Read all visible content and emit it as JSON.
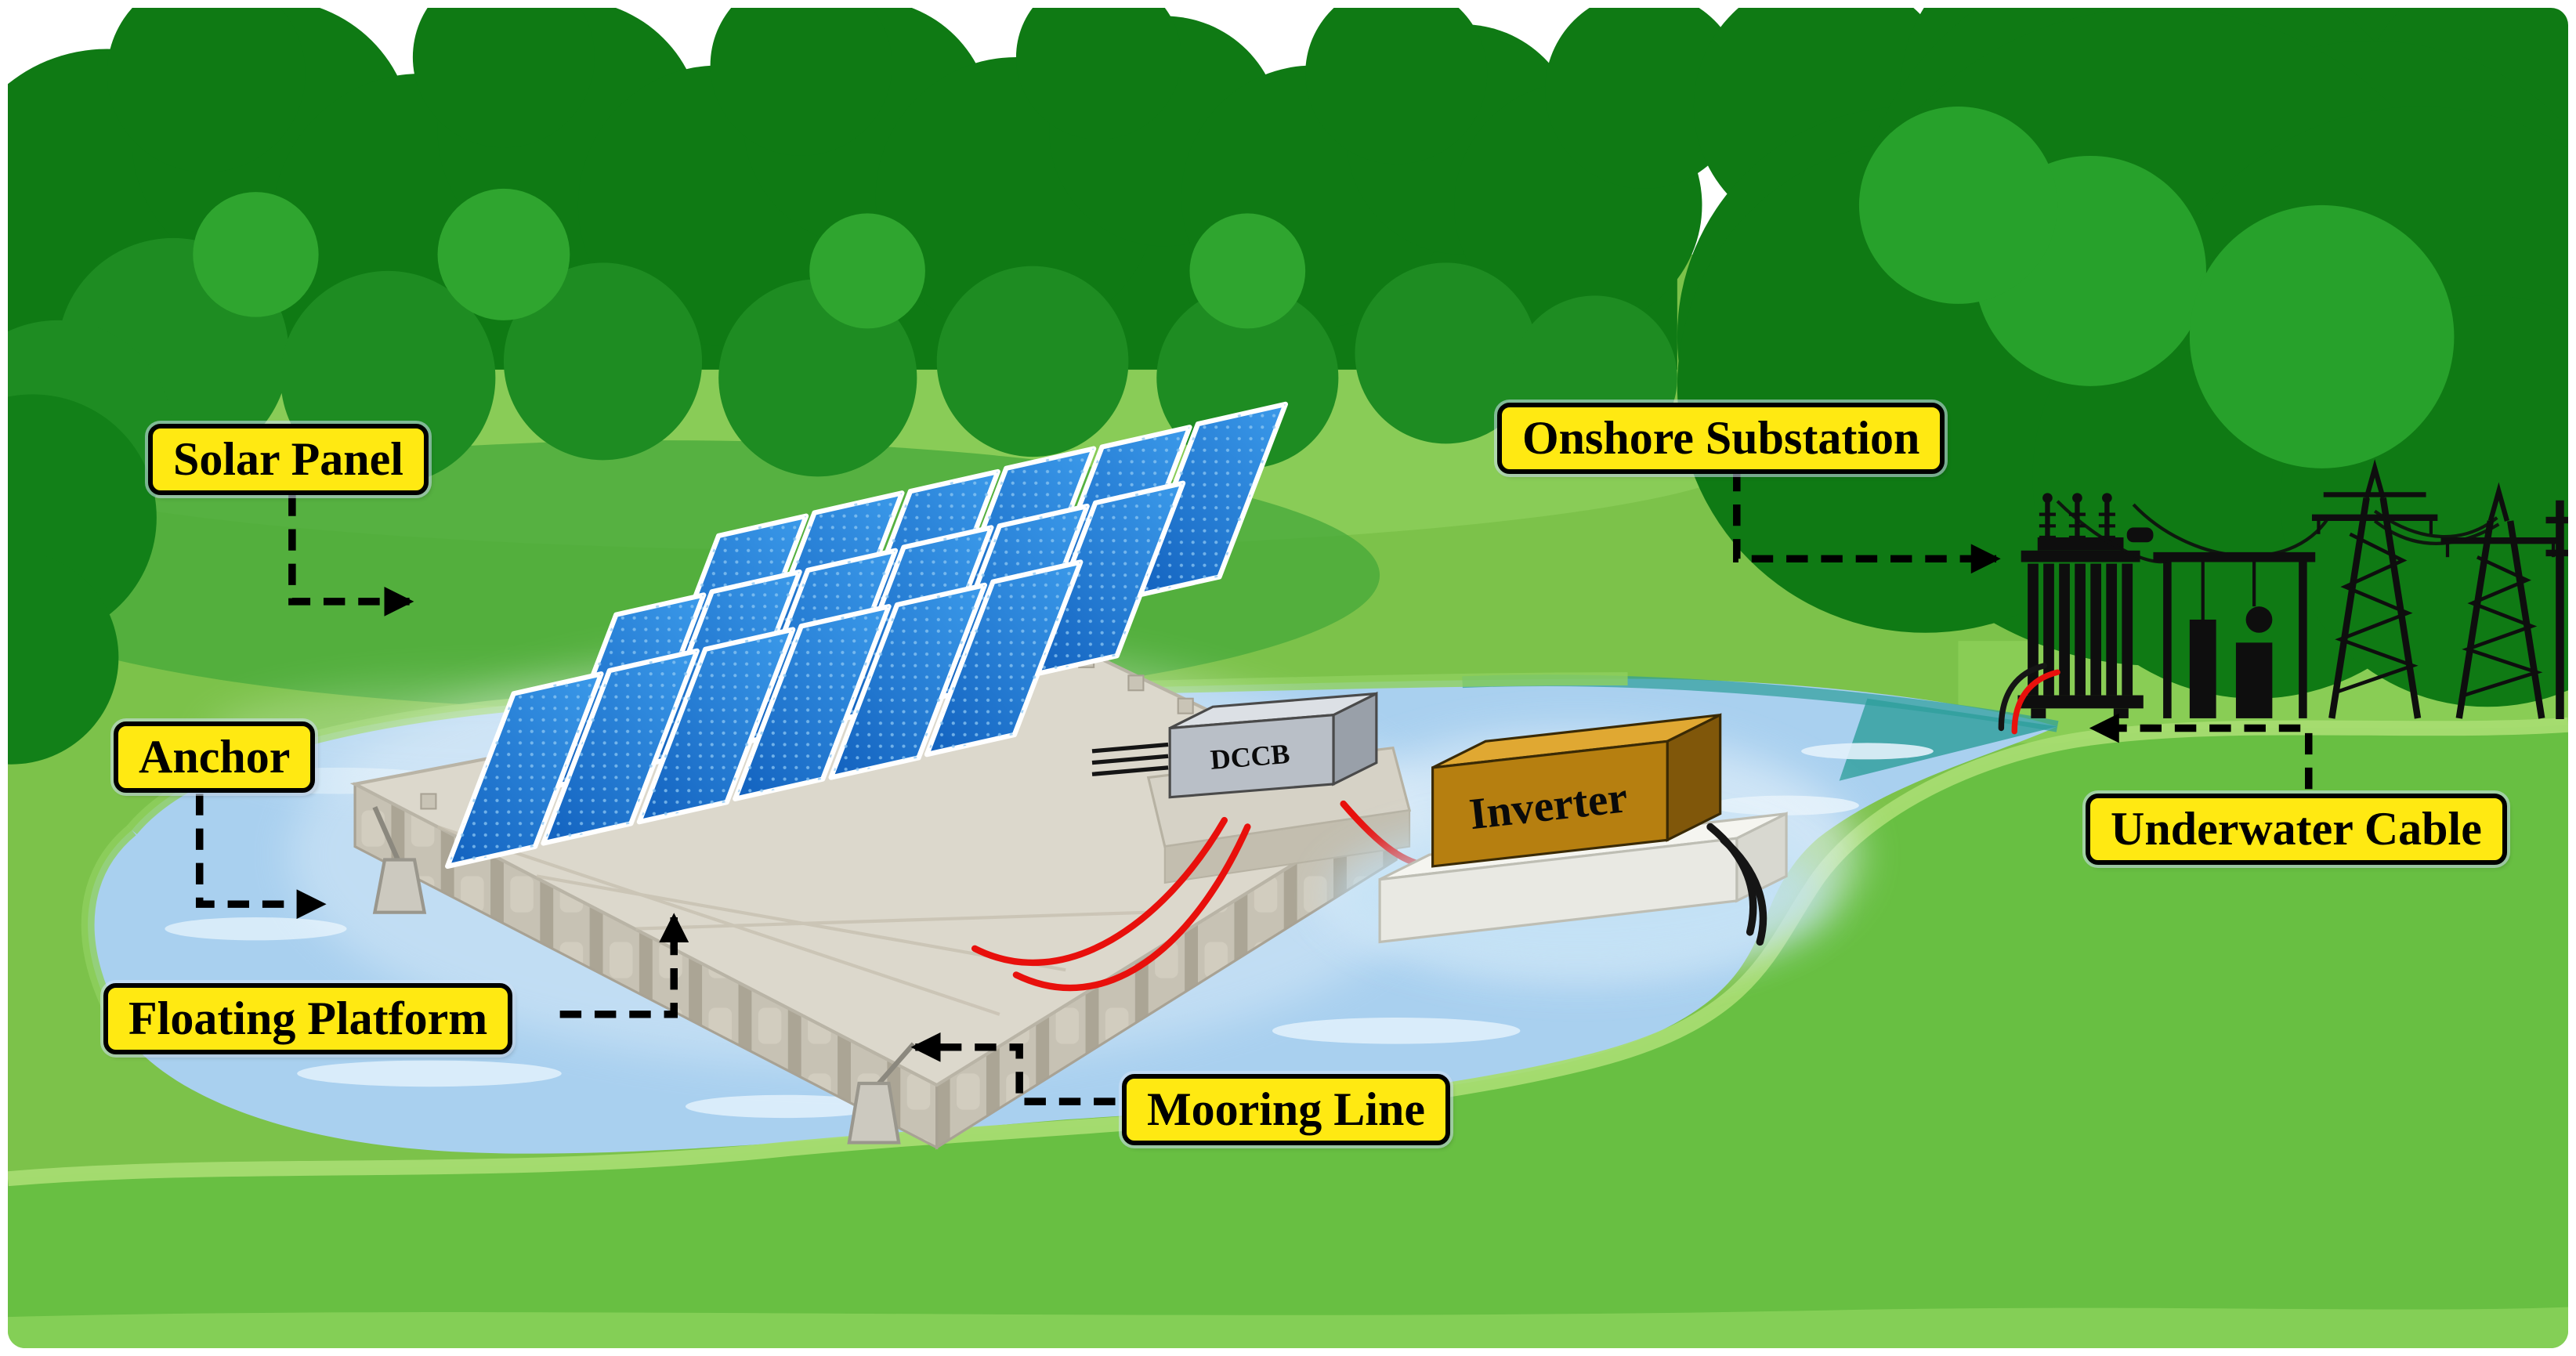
{
  "figure": {
    "labels": {
      "solar_panel": "Solar Panel",
      "anchor": "Anchor",
      "floating_platform": "Floating Platform",
      "mooring_line": "Mooring Line",
      "onshore_substation": "Onshore Substation",
      "underwater_cable": "Underwater Cable"
    },
    "components": {
      "dccb": "DCCB",
      "inverter": "Inverter"
    },
    "colors": {
      "label_background": "#FFE912",
      "label_border": "#000000",
      "label_text": "#000000",
      "panel_blue": "#1E7FD8",
      "water_blue": "#A9D0EF",
      "water_teal": "#2D9E9B",
      "tree_dark_green": "#0F7A14",
      "field_green": "#7CC24A",
      "foreground_green": "#68BF42",
      "shore_light_green": "#A6DC71",
      "platform_gray": "#DCD8CC",
      "inverter_gold": "#B67F10",
      "cable_red": "#E8100C",
      "silhouette_black": "#0E0E0E"
    }
  }
}
